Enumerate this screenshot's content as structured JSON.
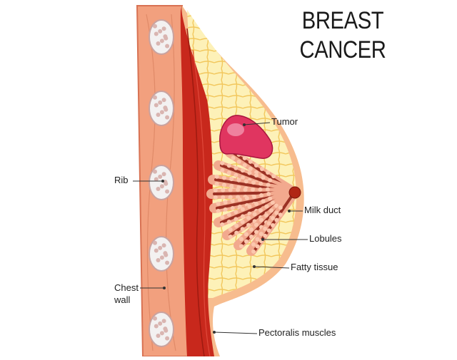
{
  "title": {
    "line1": "BREAST",
    "line2": "CANCER"
  },
  "labels": {
    "tumor": "Tumor",
    "rib": "Rib",
    "milk_duct": "Milk duct",
    "lobules": "Lobules",
    "fatty_tissue": "Fatty tissue",
    "chest_wall_line1": "Chest",
    "chest_wall_line2": "wall",
    "pectoralis": "Pectoralis muscles"
  },
  "colors": {
    "chest_wall": "#f2a07e",
    "chest_wall_edge": "#d87253",
    "muscle": "#c8281c",
    "muscle_dark": "#9e1a10",
    "fat": "#fdf1b8",
    "fat_lines": "#f2c75c",
    "skin": "#f7bc8e",
    "lobule": "#f2a98e",
    "duct": "#9b3124",
    "tumor": "#e03560",
    "rib": "#f3f1f1"
  }
}
